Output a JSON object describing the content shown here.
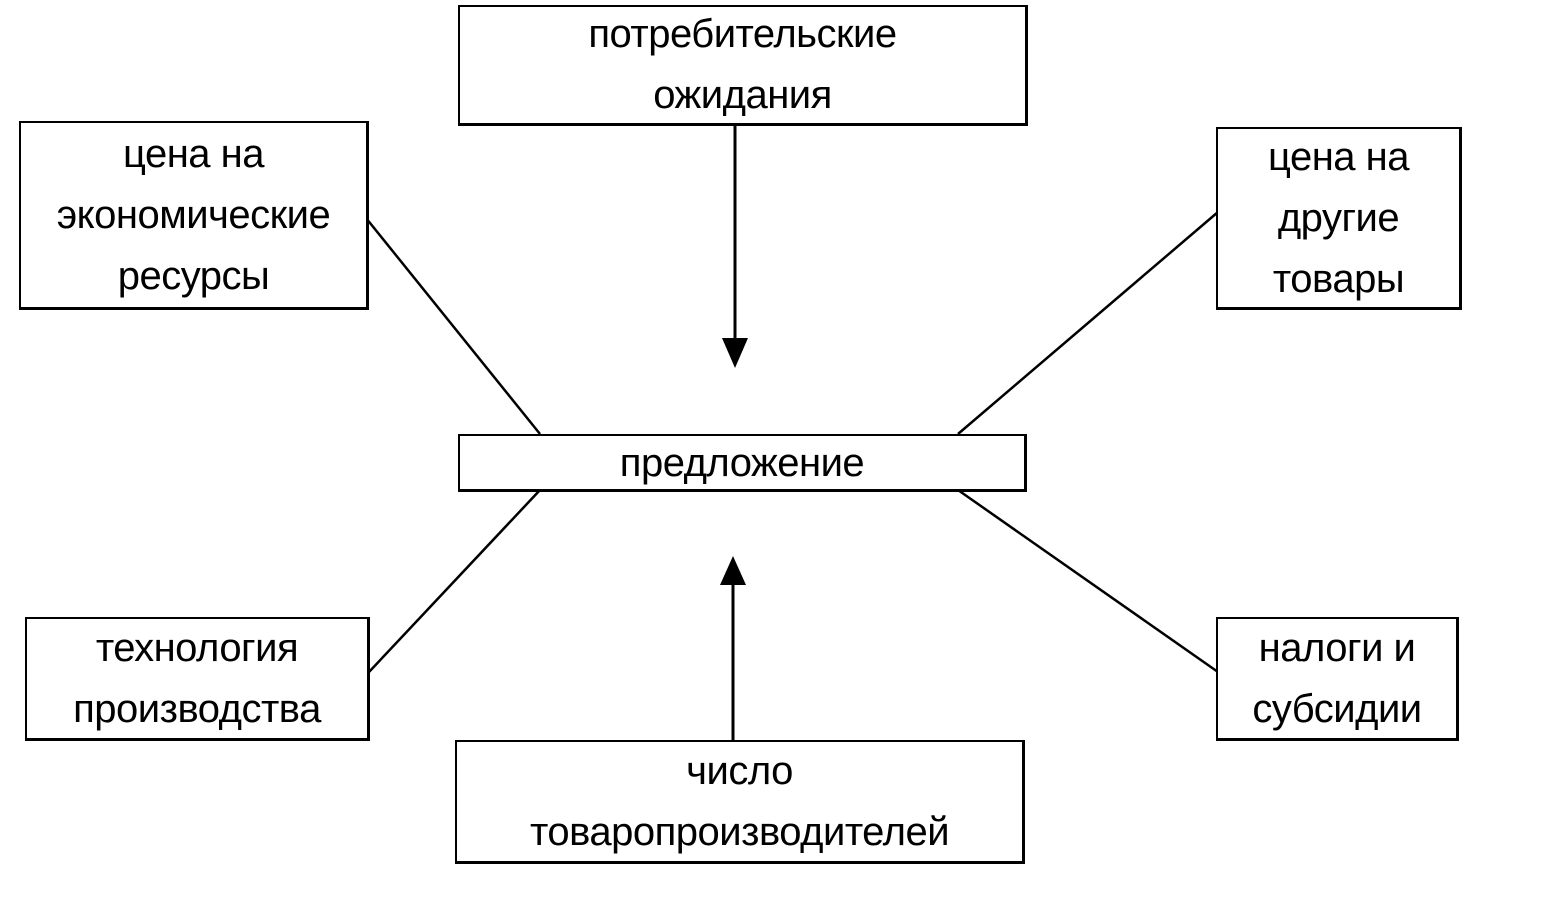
{
  "nodes": {
    "expectations": {
      "lines": [
        "потребительские",
        "ожидания"
      ]
    },
    "resource_price": {
      "lines": [
        "цена на",
        "экономические",
        "ресурсы"
      ]
    },
    "other_goods_price": {
      "lines": [
        "цена на",
        "другие",
        "товары"
      ]
    },
    "supply": {
      "label": "предложение"
    },
    "technology": {
      "lines": [
        "технология",
        "производства"
      ]
    },
    "taxes": {
      "lines": [
        "налоги и",
        "субсидии"
      ]
    },
    "producers": {
      "lines": [
        "число",
        "товаропроизводителей"
      ]
    }
  },
  "colors": {
    "line": "#000000",
    "background": "#ffffff"
  }
}
